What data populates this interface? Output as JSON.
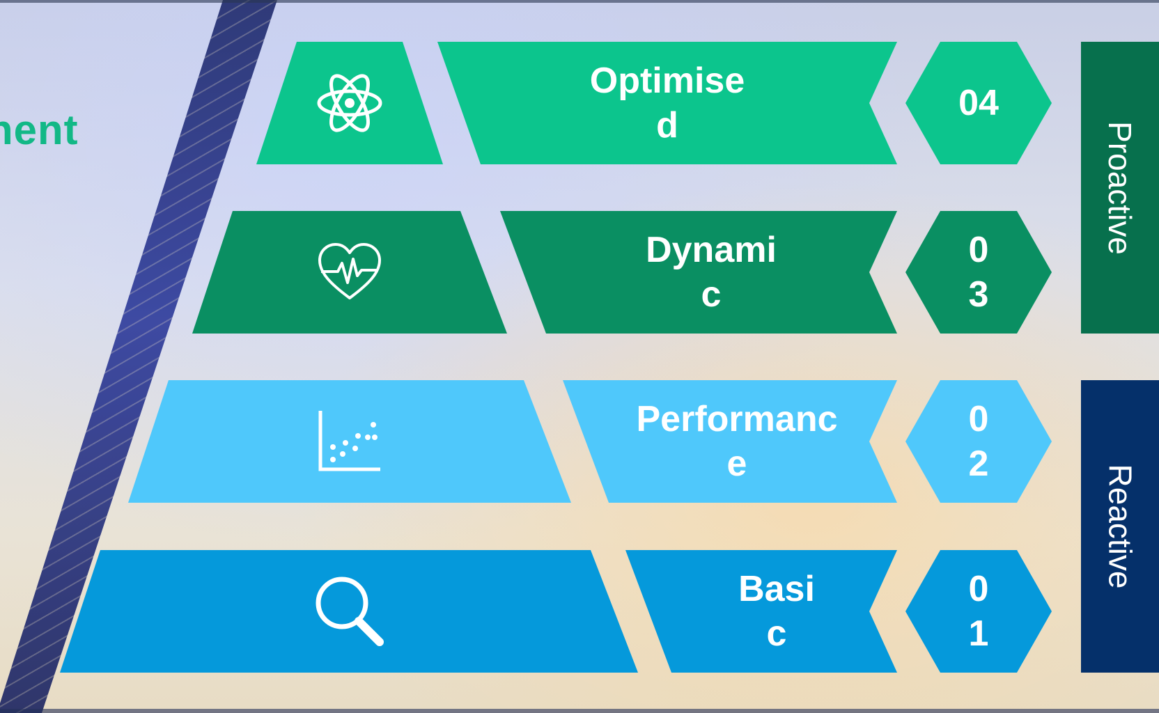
{
  "title_fragment": "nent",
  "colors": {
    "row1": "#0cc58d",
    "row2": "#0a8f62",
    "row3": "#4fc8fb",
    "row4": "#0599db",
    "proactive_band": "#07704d",
    "reactive_band": "#05306a"
  },
  "levels": [
    {
      "label": "Optimise\nd",
      "number": "04",
      "icon": "atom-icon"
    },
    {
      "label": "Dynami\nc",
      "number": "0\n3",
      "icon": "heart-pulse-icon"
    },
    {
      "label": "Performanc\ne",
      "number": "0\n2",
      "icon": "scatter-chart-icon"
    },
    {
      "label": "Basi\nc",
      "number": "0\n1",
      "icon": "magnifier-icon"
    }
  ],
  "bands": {
    "proactive": "Proactive",
    "reactive": "Reactive"
  }
}
